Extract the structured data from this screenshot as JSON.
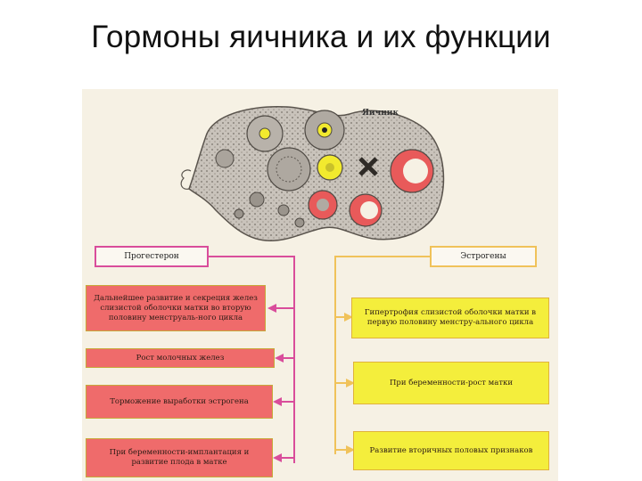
{
  "slide": {
    "title": "Гормоны яичника и их функции"
  },
  "figure": {
    "ovary_label": "Яичник",
    "progesterone": {
      "header": "Прогестерон",
      "color": "#d94d9b",
      "box_color": "#ef6b6b",
      "functions": [
        "Дальнейшее развитие и секреция желез слизистой оболочки матки во вторую половину менструаль-ного цикла",
        "Рост молочных желез",
        "Торможение выработки эстрогена",
        "При беременности-имплантация и развитие плода в матке"
      ]
    },
    "estrogens": {
      "header": "Эстрогены",
      "color": "#f0c25a",
      "box_color": "#f4ee3c",
      "functions": [
        "Гипертрофия слизистой оболочки матки в первую половину менстру-ального цикла",
        "При беременности-рост матки",
        "Развитие вторичных половых признаков"
      ]
    }
  }
}
